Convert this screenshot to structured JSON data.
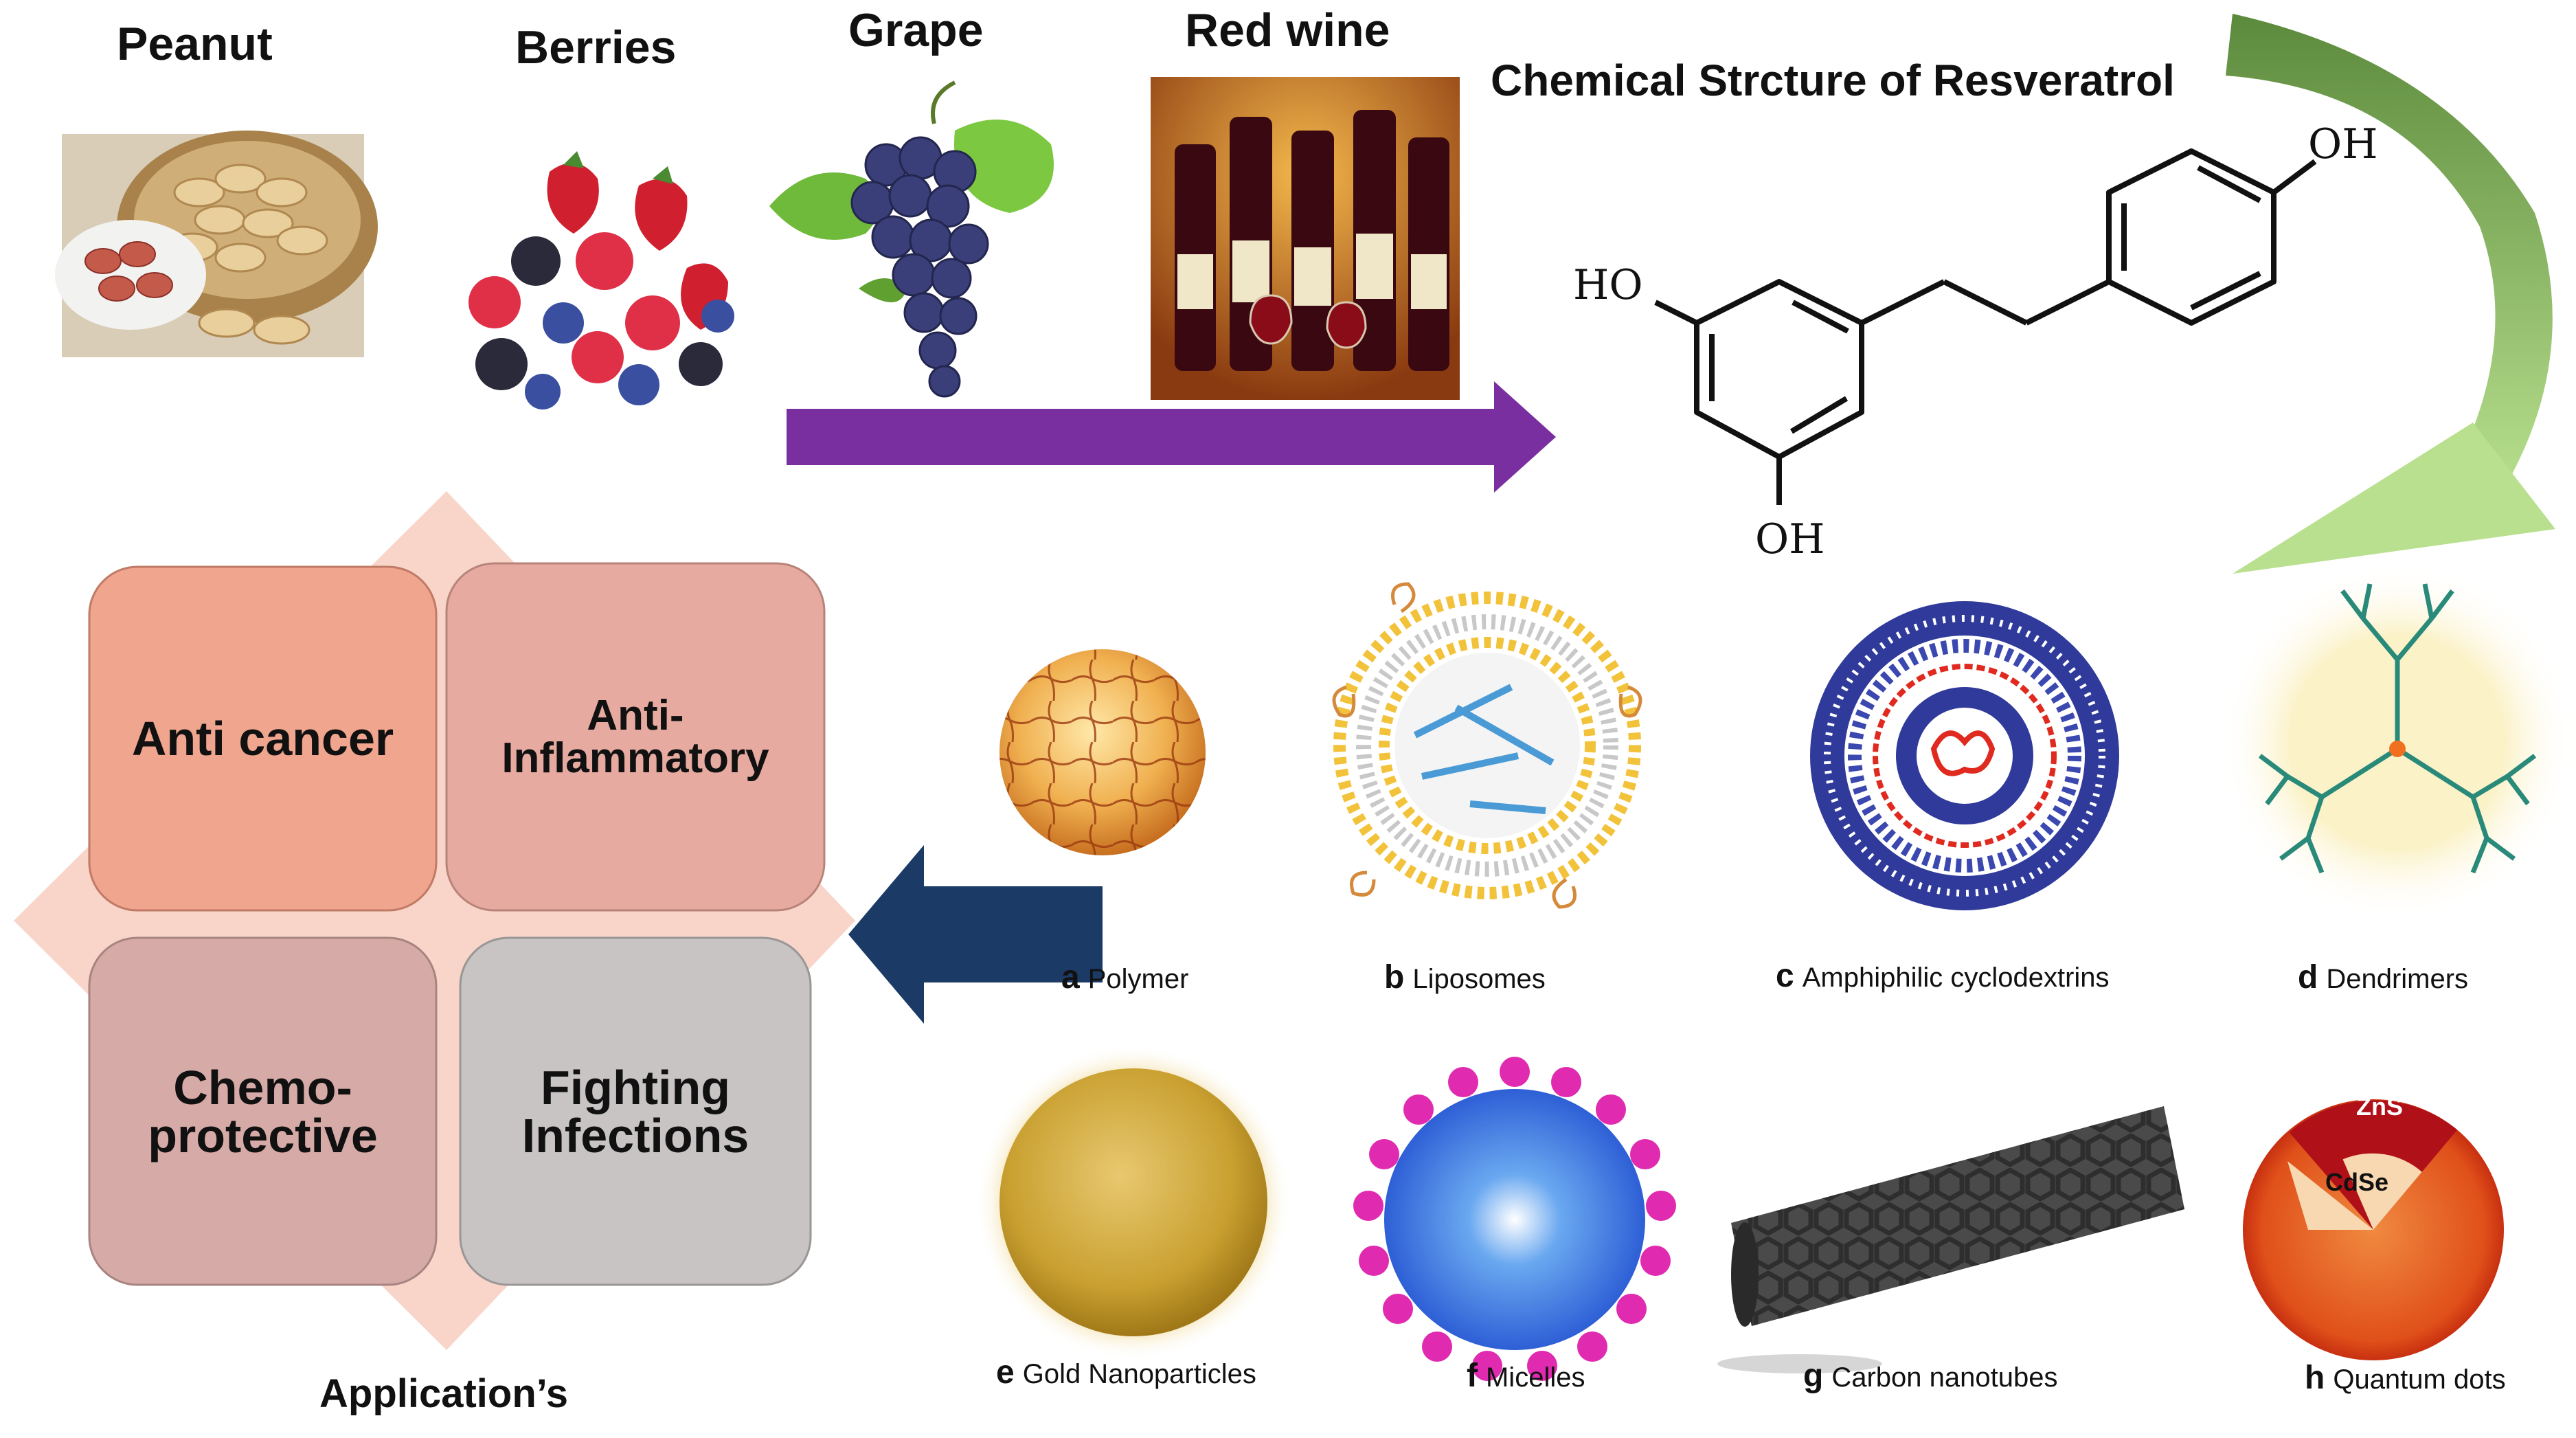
{
  "sources": [
    {
      "id": "peanut",
      "label": "Peanut"
    },
    {
      "id": "berries",
      "label": "Berries"
    },
    {
      "id": "grape",
      "label": "Grape"
    },
    {
      "id": "red-wine",
      "label": "Red wine"
    }
  ],
  "structure": {
    "title": "Chemical Strcture of Resveratrol",
    "oh_top": "OH",
    "ho_left": "HO",
    "oh_bottom": "OH"
  },
  "applications": {
    "anti_cancer": "Anti cancer",
    "anti_inflammatory_1": "Anti-",
    "anti_inflammatory_2": "Inflammatory",
    "chemo_1": "Chemo-",
    "chemo_2": "protective",
    "fighting_1": "Fighting",
    "fighting_2": "Infections",
    "caption": "Application’s"
  },
  "carriers": [
    {
      "letter": "a",
      "label": "Polymer"
    },
    {
      "letter": "b",
      "label": "Liposomes"
    },
    {
      "letter": "c",
      "label": "Amphiphilic cyclodextrins"
    },
    {
      "letter": "d",
      "label": "Dendrimers"
    },
    {
      "letter": "e",
      "label": "Gold Nanoparticles"
    },
    {
      "letter": "f",
      "label": "Micelles"
    },
    {
      "letter": "g",
      "label": "Carbon nanotubes"
    },
    {
      "letter": "h",
      "label": "Quantum dots"
    }
  ],
  "quantum_dot_labels": {
    "shell": "ZnS",
    "core": "CdSe"
  },
  "colors": {
    "purple_arrow": "#7a2fa0",
    "navy_arrow": "#1c3a66",
    "green_arrow": "#8cbf5a",
    "box_anti_cancer": "#f0a58e",
    "box_inflammatory": "#e6aaa0",
    "box_chemo": "#d6aaa6",
    "box_fighting": "#c8c4c4",
    "diamond": "#f8d5c8"
  }
}
